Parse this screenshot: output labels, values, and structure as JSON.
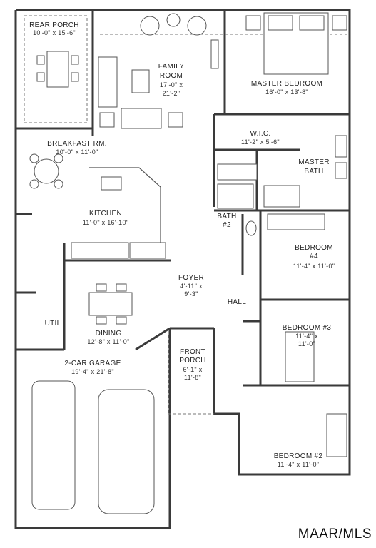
{
  "rooms": [
    {
      "id": "rear-porch",
      "lines": [
        "REAR PORCH",
        "10'-0\" x 15'-6\""
      ]
    },
    {
      "id": "family-room",
      "lines": [
        "FAMILY",
        "ROOM",
        "17'-0\" x",
        "21'-2\""
      ]
    },
    {
      "id": "master-bedroom",
      "lines": [
        "MASTER BEDROOM",
        "16'-0\" x 13'-8\""
      ]
    },
    {
      "id": "breakfast",
      "lines": [
        "BREAKFAST RM.",
        "10'-0\" x 11'-0\""
      ]
    },
    {
      "id": "wic",
      "lines": [
        "W.I.C.",
        "11'-2\" x 5'-6\""
      ]
    },
    {
      "id": "master-bath",
      "lines": [
        "MASTER",
        "BATH"
      ]
    },
    {
      "id": "kitchen",
      "lines": [
        "KITCHEN",
        "11'-0\" x 16'-10\""
      ]
    },
    {
      "id": "bath2",
      "lines": [
        "BATH",
        "#2"
      ]
    },
    {
      "id": "bedroom4",
      "lines": [
        "BEDROOM",
        "#4",
        "11'-4\" x 11'-0\""
      ]
    },
    {
      "id": "foyer",
      "lines": [
        "FOYER",
        "4'-11\" x",
        "9'-3\""
      ]
    },
    {
      "id": "hall",
      "lines": [
        "HALL"
      ]
    },
    {
      "id": "util",
      "lines": [
        "UTIL"
      ]
    },
    {
      "id": "dining",
      "lines": [
        "DINING",
        "12'-8\" x 11'-0\""
      ]
    },
    {
      "id": "bedroom3",
      "lines": [
        "BEDROOM #3",
        "11'-4\" x",
        "11'-0\""
      ]
    },
    {
      "id": "front-porch",
      "lines": [
        "FRONT",
        "PORCH",
        "6'-1\" x",
        "11'-8\""
      ]
    },
    {
      "id": "garage",
      "lines": [
        "2-CAR GARAGE",
        "19'-4\" x 21'-8\""
      ]
    },
    {
      "id": "bedroom2",
      "lines": [
        "BEDROOM #2",
        "11'-4\" x 11'-0\""
      ]
    }
  ],
  "watermark": "MAAR/MLS"
}
